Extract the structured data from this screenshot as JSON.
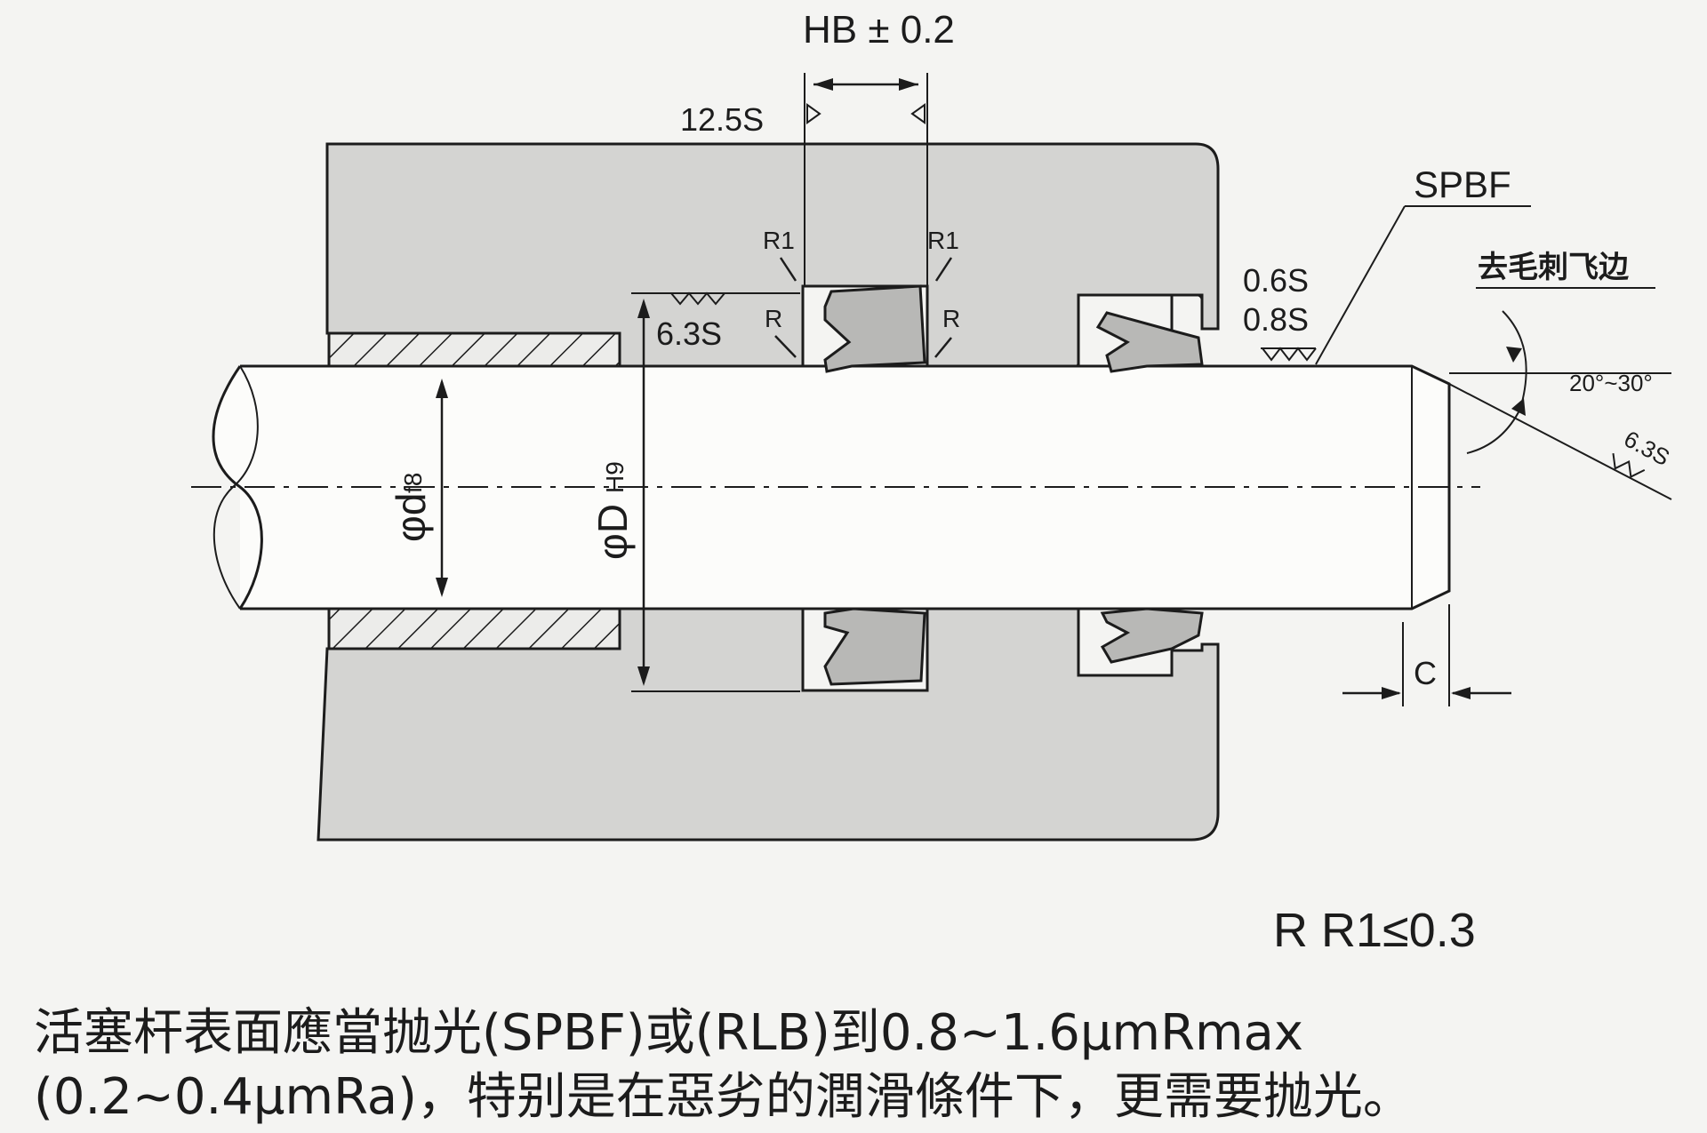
{
  "diagram": {
    "hb_label": "HB ± 0.2",
    "roughness_12_5": "12.5S",
    "roughness_6_3": "6.3S",
    "roughness_0_6": "0.6S",
    "roughness_0_8": "0.8S",
    "roughness_chamfer": "6.3S",
    "r1_left": "R1",
    "r1_right": "R1",
    "r_left": "R",
    "r_right": "R",
    "spbf": "SPBF",
    "deburr": "去毛刺飞边",
    "angle": "20°~30°",
    "phi_d": "φd",
    "phi_d_tol": "f8",
    "phi_D": "φD",
    "phi_D_tol": "H9",
    "chamfer_c": "C",
    "radius_note": "R R1≤0.3"
  },
  "caption": {
    "line1": "活塞杆表面應當抛光(SPBF)或(RLB)到0.8~1.6μmRmax",
    "line2": "(0.2~0.4μmRa)，特别是在惡劣的潤滑條件下，更需要抛光。"
  },
  "colors": {
    "housing_fill": "#d4d4d2",
    "seal_fill": "#b8b8b6",
    "rod_fill": "#fcfcfa",
    "line": "#1c1c1c"
  }
}
